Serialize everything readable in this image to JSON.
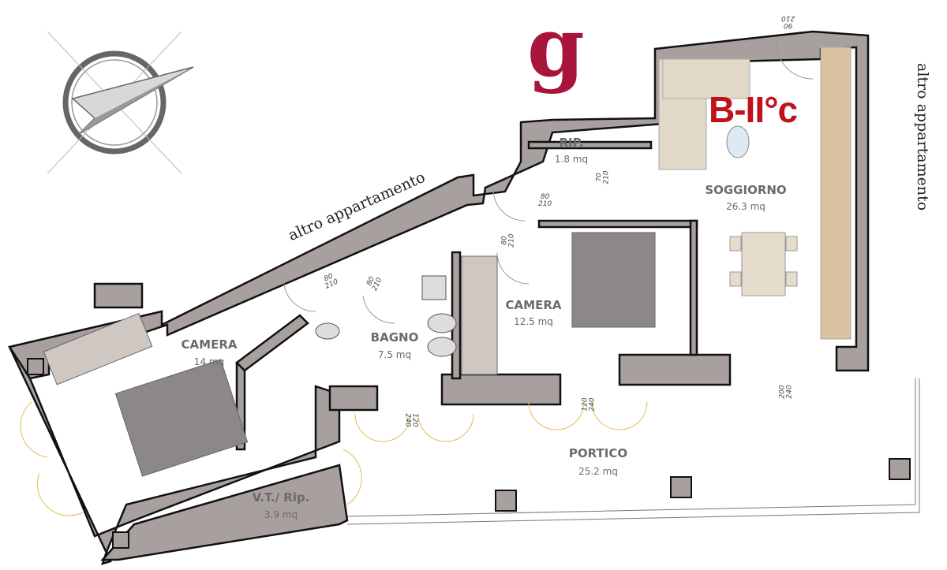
{
  "logo": {
    "letter": "g",
    "color": "#a8143a"
  },
  "unit_code": {
    "text": "B-II°c",
    "color": "#c0121b"
  },
  "neighbours": [
    {
      "text": "altro appartamento"
    },
    {
      "text": "altro appartamento"
    }
  ],
  "rooms": [
    {
      "name": "RIP.",
      "area": "1.8 mq"
    },
    {
      "name": "SOGGIORNO",
      "area": "26.3 mq"
    },
    {
      "name": "CAMERA",
      "area": "12.5 mq"
    },
    {
      "name": "BAGNO",
      "area": "7.5 mq"
    },
    {
      "name": "CAMERA",
      "area": "14 mq"
    },
    {
      "name": "PORTICO",
      "area": "25.2 mq"
    },
    {
      "name": "V.T./ Rip.",
      "area": "3.9 mq"
    }
  ],
  "openings": [
    {
      "w": "90",
      "h": "210"
    },
    {
      "w": "70",
      "h": "210"
    },
    {
      "w": "80",
      "h": "210"
    },
    {
      "w": "80",
      "h": "210"
    },
    {
      "w": "80",
      "h": "210"
    },
    {
      "w": "80",
      "h": "210"
    },
    {
      "w": "120",
      "h": "240"
    },
    {
      "w": "120",
      "h": "240"
    },
    {
      "w": "200",
      "h": "240"
    }
  ],
  "compass": {
    "icon": "north-arrow-icon"
  },
  "colors": {
    "wall": "#a8a09e",
    "wall_edge": "#111111",
    "furniture": "#e2d8c8",
    "kitchen": "#d9c2a0"
  }
}
